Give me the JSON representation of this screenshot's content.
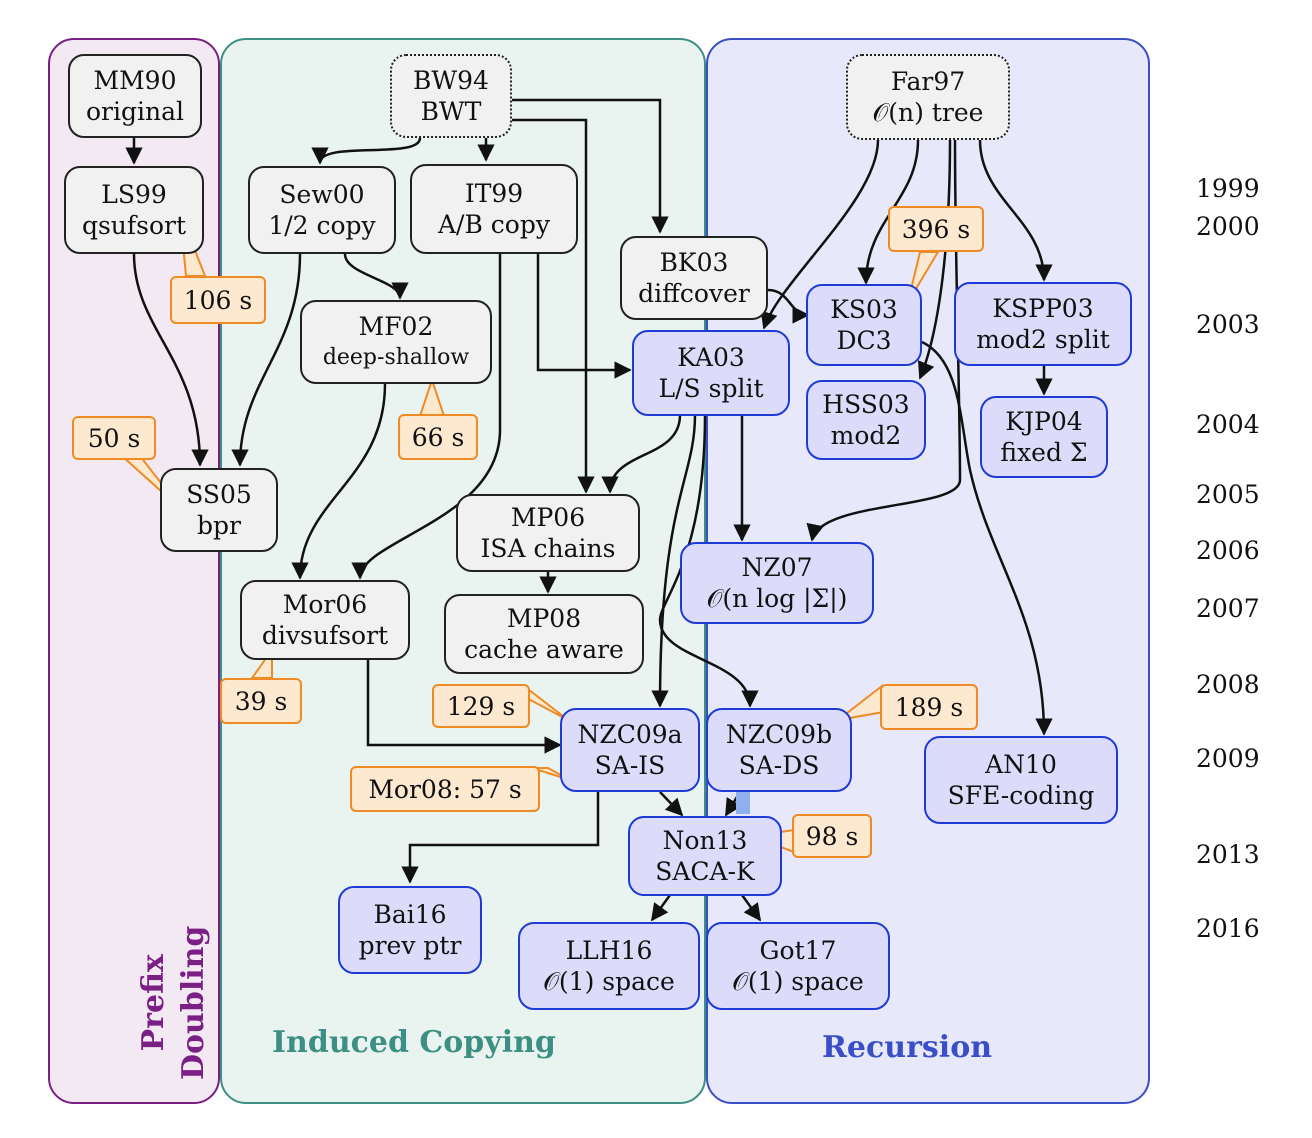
{
  "regions": {
    "prefix": "Prefix\nDoubling",
    "induced": "Induced Copying",
    "recursion": "Recursion"
  },
  "nodes": {
    "mm90": {
      "name": "MM90",
      "desc": "original"
    },
    "ls99": {
      "name": "LS99",
      "desc": "qsufsort"
    },
    "ss05": {
      "name": "SS05",
      "desc": "bpr"
    },
    "bw94": {
      "name": "BW94",
      "desc": "BWT"
    },
    "sew00": {
      "name": "Sew00",
      "desc": "1/2 copy"
    },
    "it99": {
      "name": "IT99",
      "desc": "A/B copy"
    },
    "mf02": {
      "name": "MF02",
      "desc": "deep-shallow"
    },
    "bk03": {
      "name": "BK03",
      "desc": "diffcover"
    },
    "ka03": {
      "name": "KA03",
      "desc": "L/S split"
    },
    "mp06": {
      "name": "MP06",
      "desc": "ISA chains"
    },
    "mp08": {
      "name": "MP08",
      "desc": "cache aware"
    },
    "mor06": {
      "name": "Mor06",
      "desc": "divsufsort"
    },
    "nzc09a": {
      "name": "NZC09a",
      "desc": "SA-IS"
    },
    "nzc09b": {
      "name": "NZC09b",
      "desc": "SA-DS"
    },
    "non13": {
      "name": "Non13",
      "desc": "SACA-K"
    },
    "bai16": {
      "name": "Bai16",
      "desc": "prev ptr"
    },
    "llh16": {
      "name": "LLH16",
      "desc": "𝒪(1) space"
    },
    "got17": {
      "name": "Got17",
      "desc": "𝒪(1) space"
    },
    "far97": {
      "name": "Far97",
      "desc": "𝒪(n) tree"
    },
    "ks03": {
      "name": "KS03",
      "desc": "DC3"
    },
    "kspp03": {
      "name": "KSPP03",
      "desc": "mod2 split"
    },
    "hss03": {
      "name": "HSS03",
      "desc": "mod2"
    },
    "kjp04": {
      "name": "KJP04",
      "desc": "fixed Σ"
    },
    "nz07": {
      "name": "NZ07",
      "desc": "𝒪(n log |Σ|)"
    },
    "an10": {
      "name": "AN10",
      "desc": "SFE-coding"
    }
  },
  "callouts": {
    "ls99": "106 s",
    "ss05": "50 s",
    "mf02": "66 s",
    "mor06": "39 s",
    "nzc09a_top": "129 s",
    "nzc09a_bottom": "Mor08: 57 s",
    "ks03": "396 s",
    "nzc09b": "189 s",
    "non13": "98 s"
  },
  "years": [
    "1999",
    "2000",
    "2003",
    "2004",
    "2005",
    "2006",
    "2007",
    "2008",
    "2009",
    "2013",
    "2016"
  ]
}
